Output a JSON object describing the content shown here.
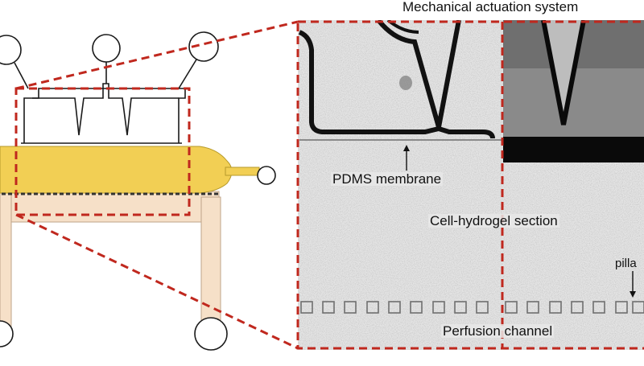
{
  "figure": {
    "title": "Mechanical actuation system",
    "labels": {
      "membrane": "PDMS membrane",
      "hydrogel": "Cell-hydrogel section",
      "pillar": "pilla",
      "perfusion": "Perfusion channel"
    },
    "colors": {
      "hydrogel_yellow": "#f2cf54",
      "perfusion_beige": "#f6e0c8",
      "zoom_box_red": "#c0281e",
      "outline": "#1a1a1a"
    }
  }
}
